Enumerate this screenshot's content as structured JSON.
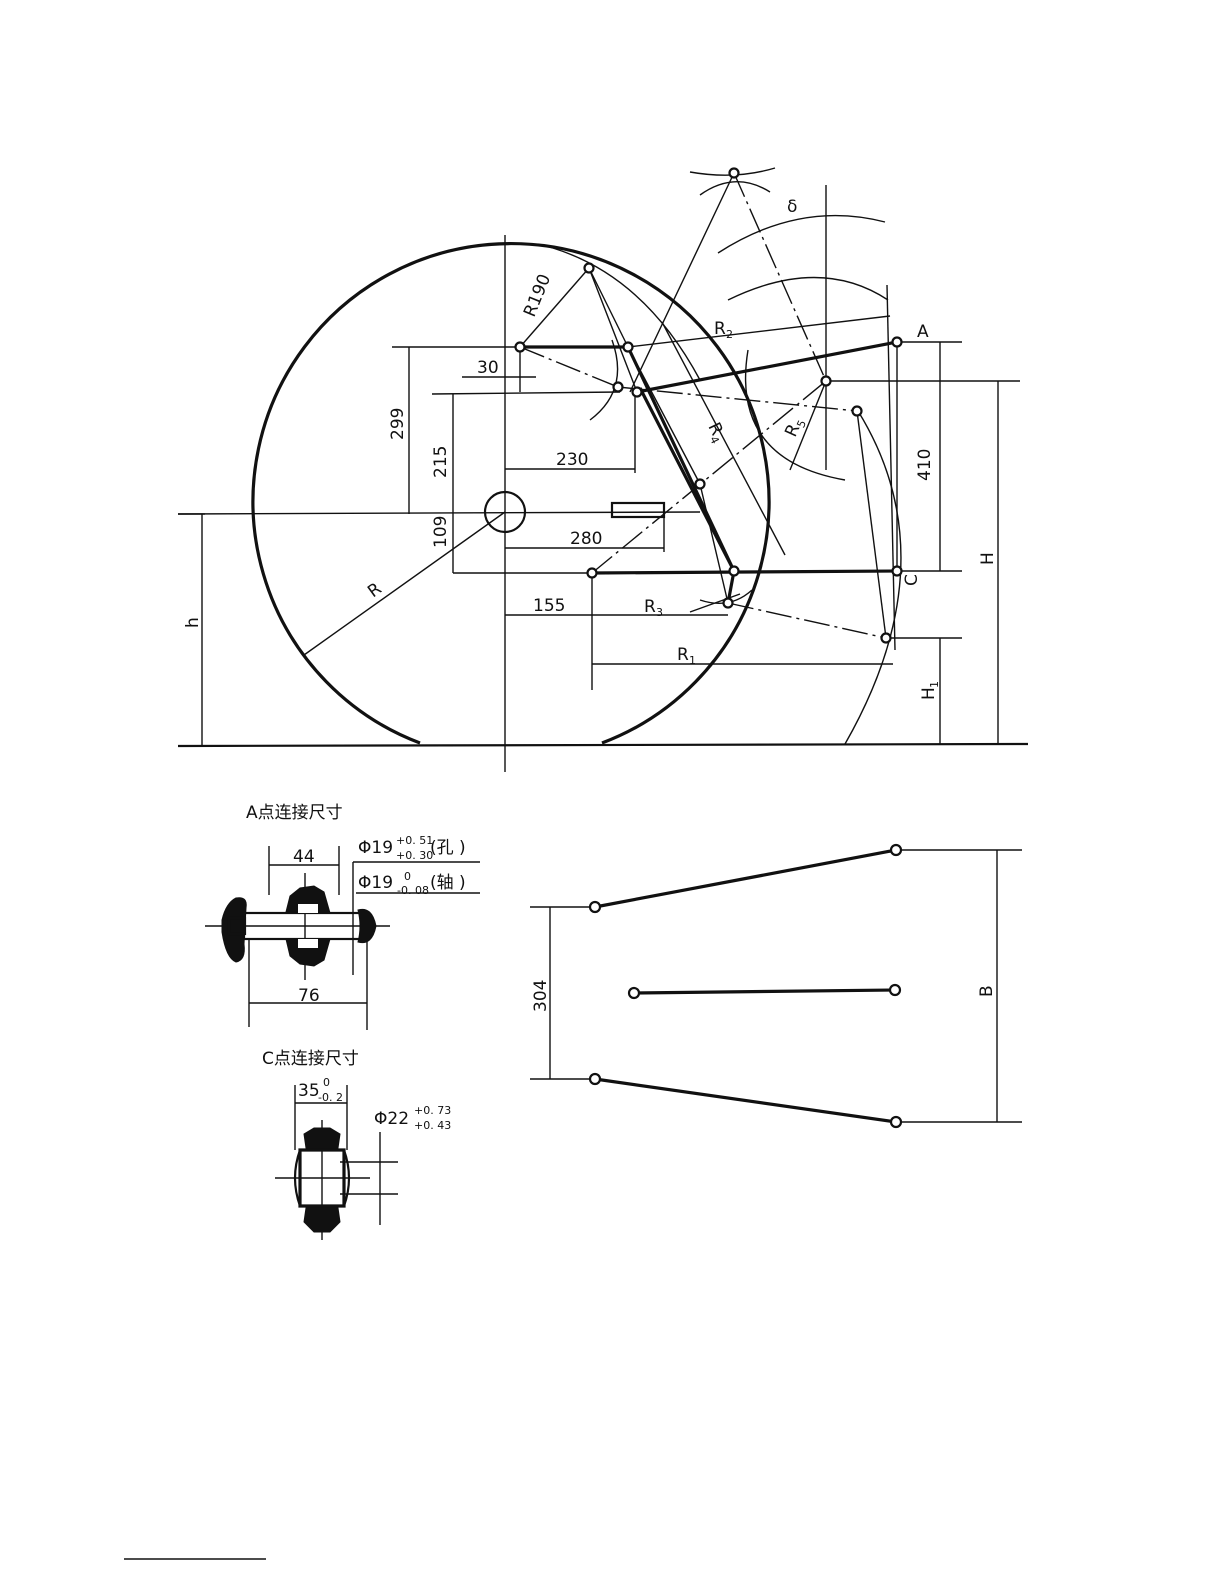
{
  "main_view": {
    "dimensions": {
      "d_r190": "R190",
      "d_30": "30",
      "d_299": "299",
      "d_215": "215",
      "d_230": "230",
      "d_109": "109",
      "d_280": "280",
      "d_155": "155",
      "d_410": "410"
    },
    "labels": {
      "r": "R",
      "r1": "R",
      "r1_sub": "1",
      "r2": "R",
      "r2_sub": "2",
      "r3": "R",
      "r3_sub": "3",
      "r4": "R",
      "r4_sub": "4",
      "r5": "R",
      "r5_sub": "5",
      "delta": "δ",
      "point_a": "A",
      "point_c": "C",
      "h_lower": "h",
      "h_upper": "H",
      "h1": "H",
      "h1_sub": "1"
    }
  },
  "detail_a": {
    "caption": "A点连接尺寸",
    "dim_44": "44",
    "dim_76": "76",
    "hole_prefix": "Φ19",
    "hole_tol_upper": "+0. 51",
    "hole_tol_lower": "+0. 30",
    "hole_suffix": "(孔 )",
    "shaft_prefix": "Φ19",
    "shaft_tol_upper": "0",
    "shaft_tol_lower": "-0. 08",
    "shaft_suffix": "(轴 )"
  },
  "detail_c": {
    "caption": "C点连接尺寸",
    "width_value": "35",
    "width_tol_upper": "0",
    "width_tol_lower": "-0. 2",
    "bore_prefix": "Φ22",
    "bore_tol_upper": "+0. 73",
    "bore_tol_lower": "+0. 43"
  },
  "plan_view": {
    "dim_304": "304",
    "dim_b": "B"
  }
}
